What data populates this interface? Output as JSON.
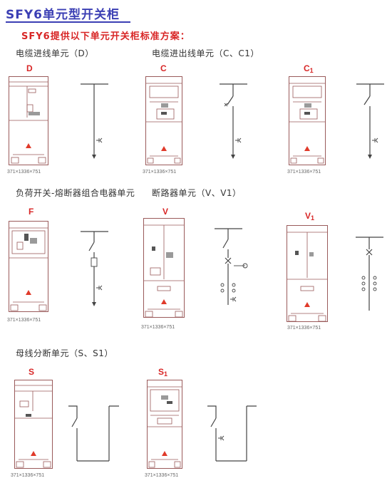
{
  "header": {
    "title": "SFY6单元型开关柜",
    "subtitle": "SFY6提供以下单元开关柜标准方案："
  },
  "sections": {
    "cable_in": "电缆进线单元（D）",
    "cable_in_out": "电缆进出线单元（C、C1）",
    "load_switch_fuse": "负荷开关-熔断器组合电器单元",
    "breaker": "断路器单元（V、V1）",
    "busbar_sect": "母线分断单元（S、S1）"
  },
  "units": [
    {
      "code": "D",
      "sub": "",
      "dims": "371×1336×751"
    },
    {
      "code": "C",
      "sub": "",
      "dims": "371×1336×751"
    },
    {
      "code": "C",
      "sub": "1",
      "dims": "371×1336×751"
    },
    {
      "code": "F",
      "sub": "",
      "dims": "371×1336×751"
    },
    {
      "code": "V",
      "sub": "",
      "dims": "371×1336×751"
    },
    {
      "code": "V",
      "sub": "1",
      "dims": "371×1336×751"
    },
    {
      "code": "S",
      "sub": "",
      "dims": "371×1336×751"
    },
    {
      "code": "S",
      "sub": "1",
      "dims": "371×1336×751"
    }
  ],
  "colors": {
    "title": "#3b3fb4",
    "accent_red": "#d82626",
    "cabinet_outline": "#9a5a5a"
  },
  "icons": {
    "warning": "warning-triangle-icon"
  }
}
